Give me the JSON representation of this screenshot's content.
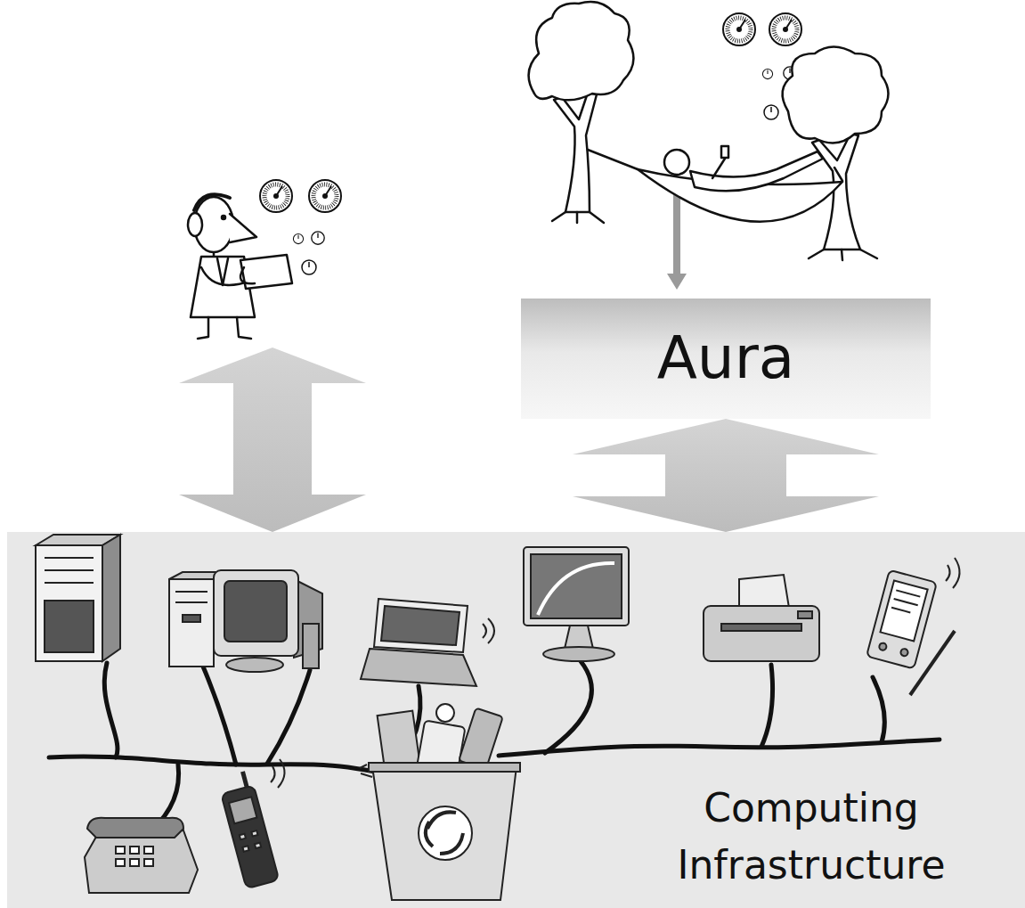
{
  "diagram": {
    "nodes": [
      {
        "text": [
          "Aura"
        ]
      },
      {
        "text": [
          "Computing Infrastructure"
        ]
      }
    ],
    "edges": [
      {
        "from": 0,
        "to": 1,
        "arrow": "both"
      }
    ]
  }
}
